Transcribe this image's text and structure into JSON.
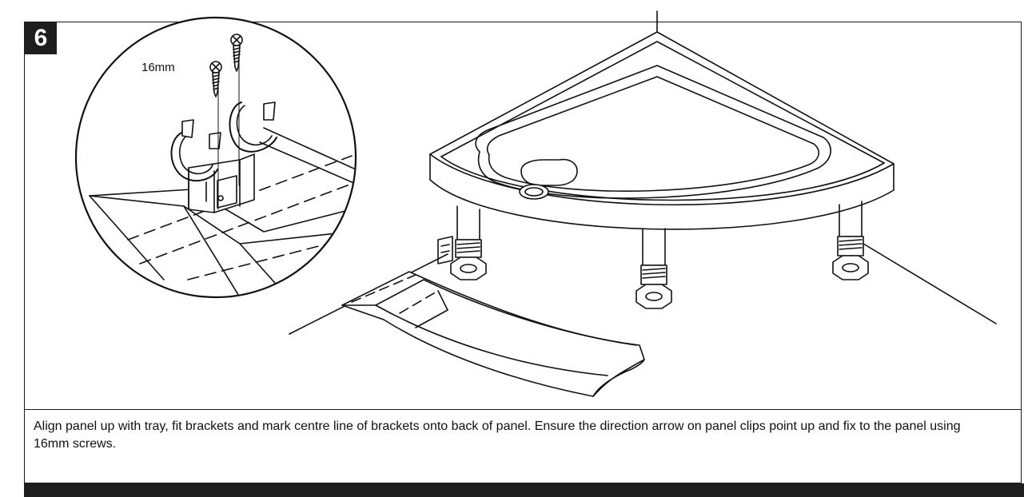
{
  "step": {
    "number": "6"
  },
  "detail": {
    "dimension_label": "16mm"
  },
  "instruction": {
    "text": "Align panel up with tray, fit brackets and mark centre line of brackets onto back of panel. Ensure the direction arrow on panel clips point up and fix to the panel using 16mm screws."
  },
  "icons": [
    "screw-icon",
    "bracket-clip-icon",
    "shower-tray-icon",
    "adjustable-leg-icon",
    "front-panel-icon"
  ],
  "colors": {
    "ink": "#111111",
    "bar": "#1e1e1e",
    "paper": "#ffffff"
  }
}
